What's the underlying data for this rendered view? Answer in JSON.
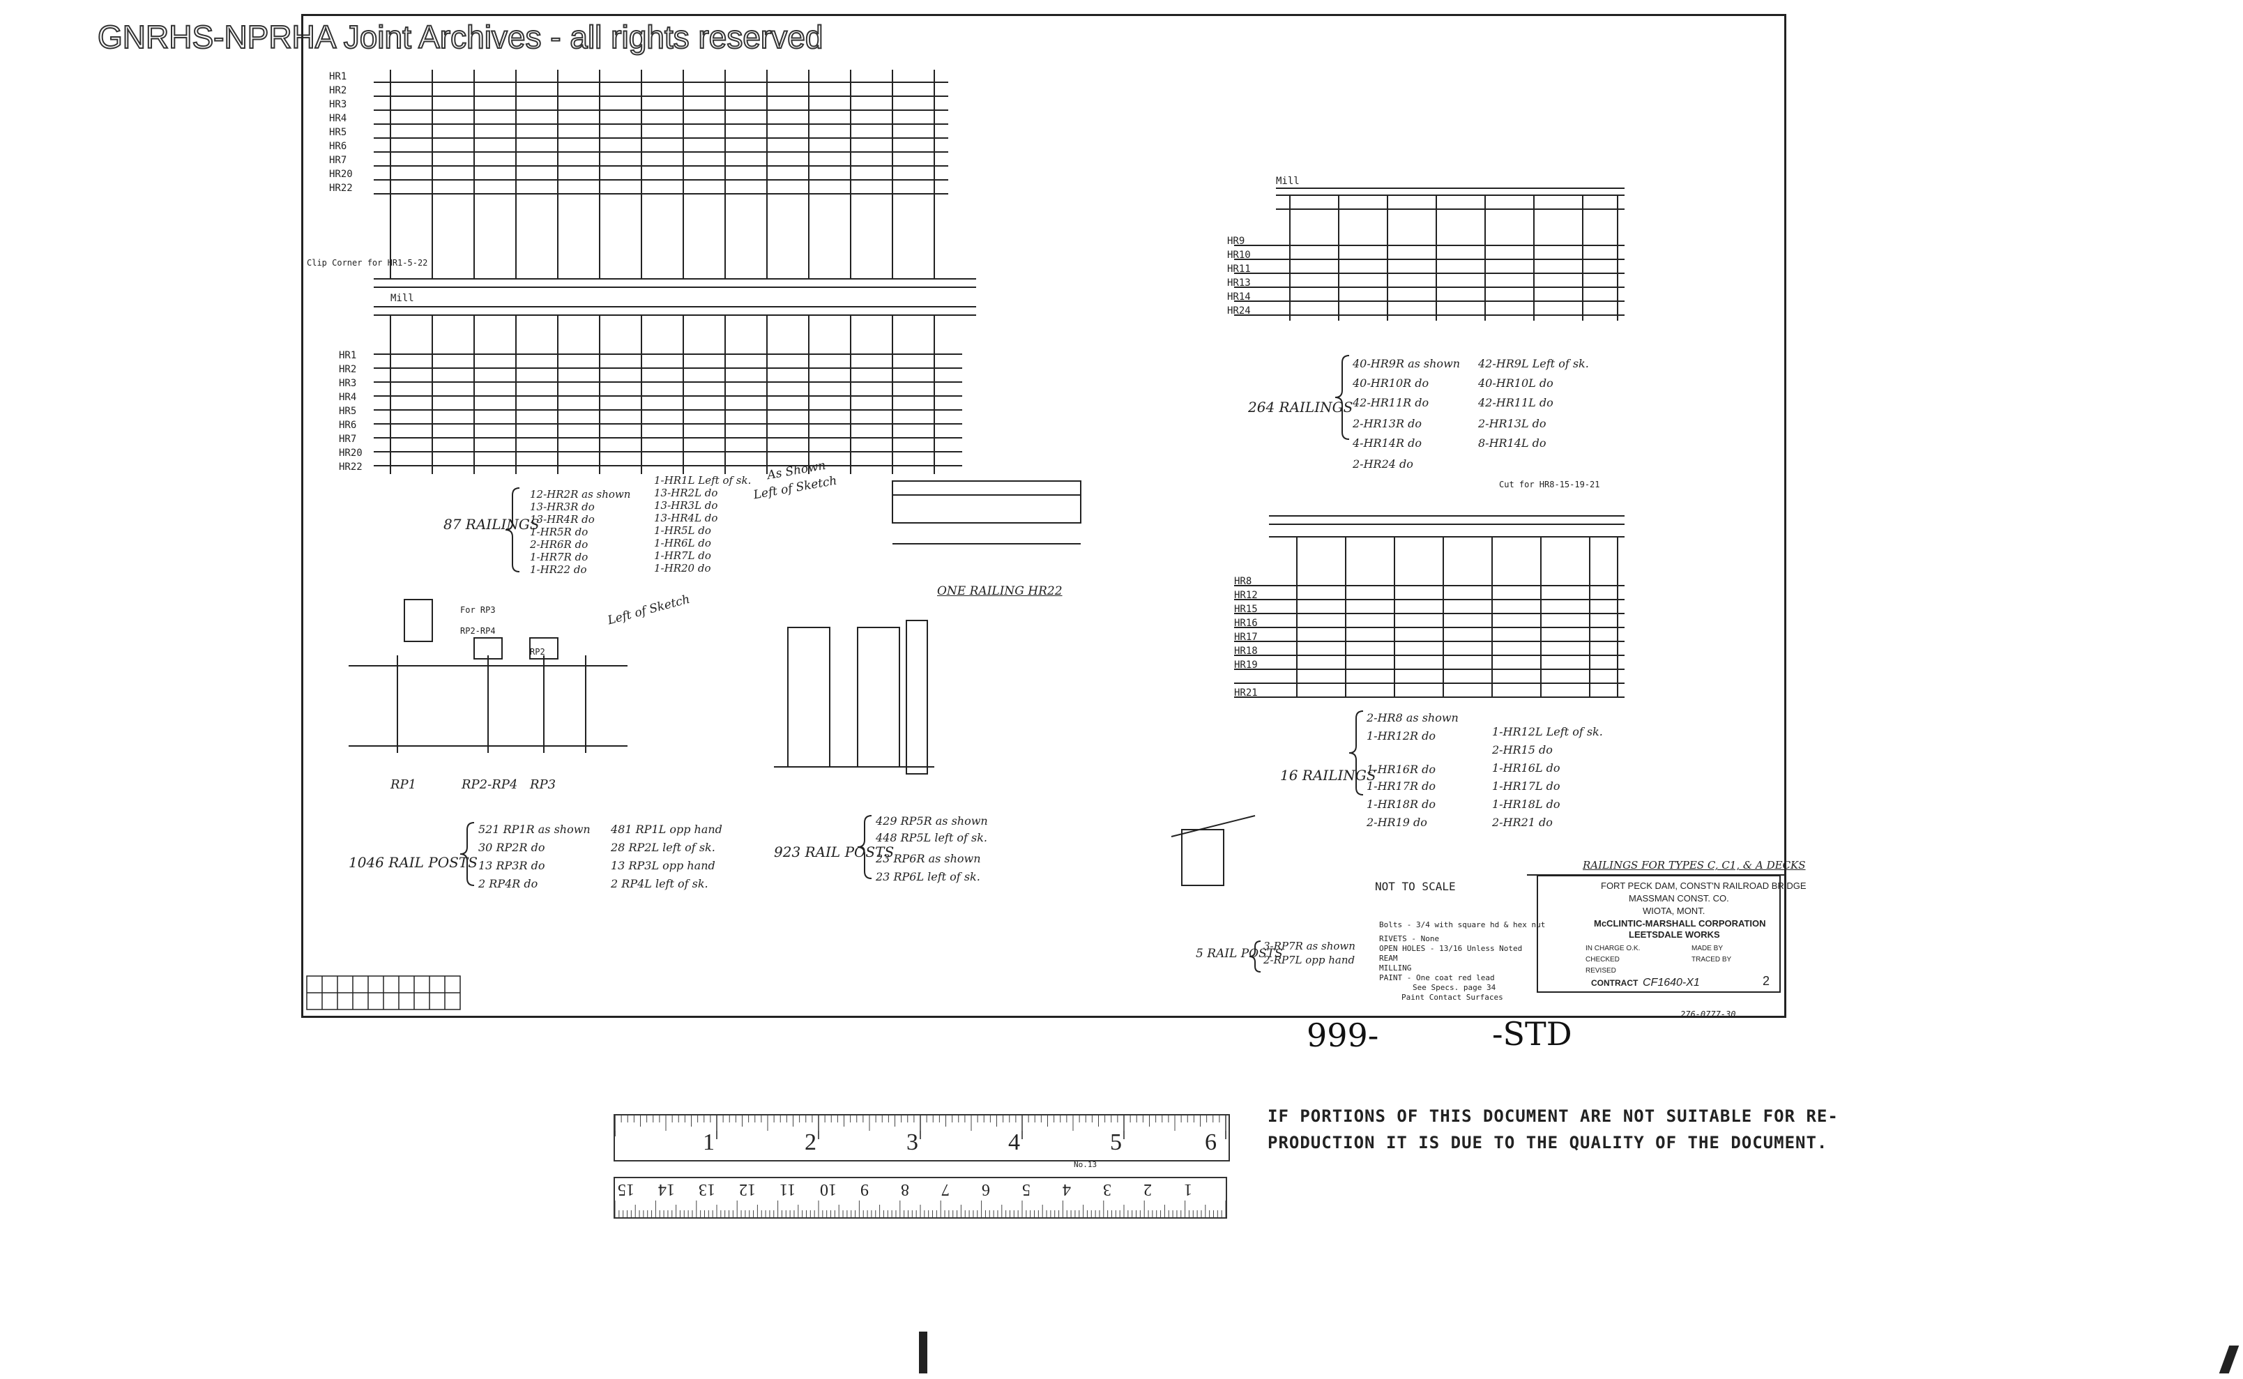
{
  "watermark": "GNRHS-NPRHA Joint Archives - all rights reserved",
  "rail_groups": {
    "g87": "87 RAILINGS",
    "g264": "264 RAILINGS",
    "g16": "16 RAILINGS",
    "g1046": "1046 RAIL POSTS",
    "g923": "923 RAIL POSTS",
    "g5": "5 RAIL POSTS"
  },
  "schedule_87": [
    "12-HR2R as shown",
    "13-HR3R do",
    "13-HR4R do",
    "1-HR5R do",
    "2-HR6R do",
    "1-HR7R do",
    "1-HR22 do"
  ],
  "schedule_87_left": [
    "1-HR1L Left of sk.",
    "13-HR2L do",
    "13-HR3L do",
    "13-HR4L do",
    "1-HR5L do",
    "1-HR6L do",
    "1-HR7L do",
    "1-HR20 do"
  ],
  "schedule_264": [
    "40-HR9R as shown",
    "40-HR10R do",
    "42-HR11R do",
    "2-HR13R do",
    "4-HR14R do",
    "2-HR24 do"
  ],
  "schedule_264_left": [
    "42-HR9L Left of sk.",
    "40-HR10L do",
    "42-HR11L do",
    "2-HR13L do",
    "8-HR14L do"
  ],
  "schedule_16": [
    "2-HR8 as shown",
    "1-HR12R do",
    "1-HR16R do",
    "1-HR17R do",
    "1-HR18R do",
    "2-HR19 do"
  ],
  "schedule_16_left": [
    "1-HR12L Left of sk.",
    "2-HR15 do",
    "1-HR16L do",
    "1-HR17L do",
    "1-HR18L do",
    "2-HR21 do"
  ],
  "schedule_1046": [
    "521 RP1R as shown",
    "30 RP2R do",
    "13 RP3R do",
    "2 RP4R do"
  ],
  "schedule_1046_left": [
    "481 RP1L opp hand",
    "28 RP2L left of sk.",
    "13 RP3L opp hand",
    "2 RP4L left of sk."
  ],
  "schedule_923": [
    "429 RP5R as shown",
    "448 RP5L left of sk.",
    "23 RP6R as shown",
    "23 RP6L left of sk."
  ],
  "schedule_5": [
    "3-RP7R as shown",
    "2-RP7L opp hand"
  ],
  "left_rows_top": [
    "HR1",
    "HR2",
    "HR3",
    "HR4",
    "HR5",
    "HR6",
    "HR7",
    "HR20",
    "HR22"
  ],
  "left_rows_bottom": [
    "HR1",
    "HR2",
    "HR3",
    "HR4",
    "HR5",
    "HR6",
    "HR7",
    "HR20",
    "HR22"
  ],
  "right_rows_top": [
    "HR9",
    "HR10",
    "HR11",
    "HR13",
    "HR14",
    "HR24"
  ],
  "right_rows_bottom": [
    "HR8",
    "HR12",
    "HR15",
    "HR16",
    "HR17",
    "HR18",
    "HR19",
    "HR21"
  ],
  "labels": {
    "mill_left": "Mill",
    "mill_right": "Mill",
    "one_railing": "ONE RAILING HR22",
    "not_to_scale": "NOT TO SCALE",
    "as_shown_note": "As Shown",
    "left_of_sketch_note": "Left of Sketch",
    "left_of_sketch_note2": "Left of Sketch",
    "clip_corner": "Clip Corner for HR1-5-22",
    "cut_for": "Cut for HR8-15-19-21",
    "rp_labels": [
      "RP1",
      "RP2-RP4",
      "RP3"
    ],
    "rp_small": [
      "For RP3",
      "RP2-RP4",
      "RP2"
    ]
  },
  "notes": {
    "bolts": "Bolts - 3/4 with square hd & hex nut",
    "rivets": "RIVETS - None",
    "open_holes": "OPEN HOLES - 13/16 Unless Noted",
    "ream": "REAM",
    "milling": "MILLING",
    "paint": "PAINT - One coat red lead",
    "see_specs": "See Specs. page 34",
    "contract_surfaces": "Paint Contact Surfaces"
  },
  "title_block": {
    "heading": "RAILINGS FOR TYPES C, C1, & A DECKS",
    "project": "FORT PECK DAM, CONST'N RAILROAD BRIDGE",
    "client": "MASSMAN CONST. CO.",
    "location": "WIOTA, MONT.",
    "company": "McCLINTIC-MARSHALL CORPORATION",
    "works": "LEETSDALE WORKS",
    "in_charge": "IN CHARGE O.K.",
    "checked": "CHECKED",
    "revised": "REVISED",
    "made_by": "MADE BY",
    "traced_by": "TRACED BY",
    "contract_label": "CONTRACT",
    "contract_no": "CF1640-X1",
    "sheet": "2",
    "drawing_no": "276-0777-30"
  },
  "sheet_number_left": "999-",
  "sheet_number_right": "-STD",
  "ruler_top_numbers": [
    "1",
    "2",
    "3",
    "4",
    "5",
    "6"
  ],
  "ruler_bottom_numbers": [
    "15",
    "14",
    "13",
    "12",
    "11",
    "10",
    "9",
    "8",
    "7",
    "6",
    "5",
    "4",
    "3",
    "2",
    "1"
  ],
  "ruler_label": "No.13",
  "disclaimer_line1": "IF PORTIONS OF THIS DOCUMENT ARE NOT SUITABLE FOR RE-",
  "disclaimer_line2": "PRODUCTION IT IS DUE TO THE QUALITY OF THE DOCUMENT."
}
